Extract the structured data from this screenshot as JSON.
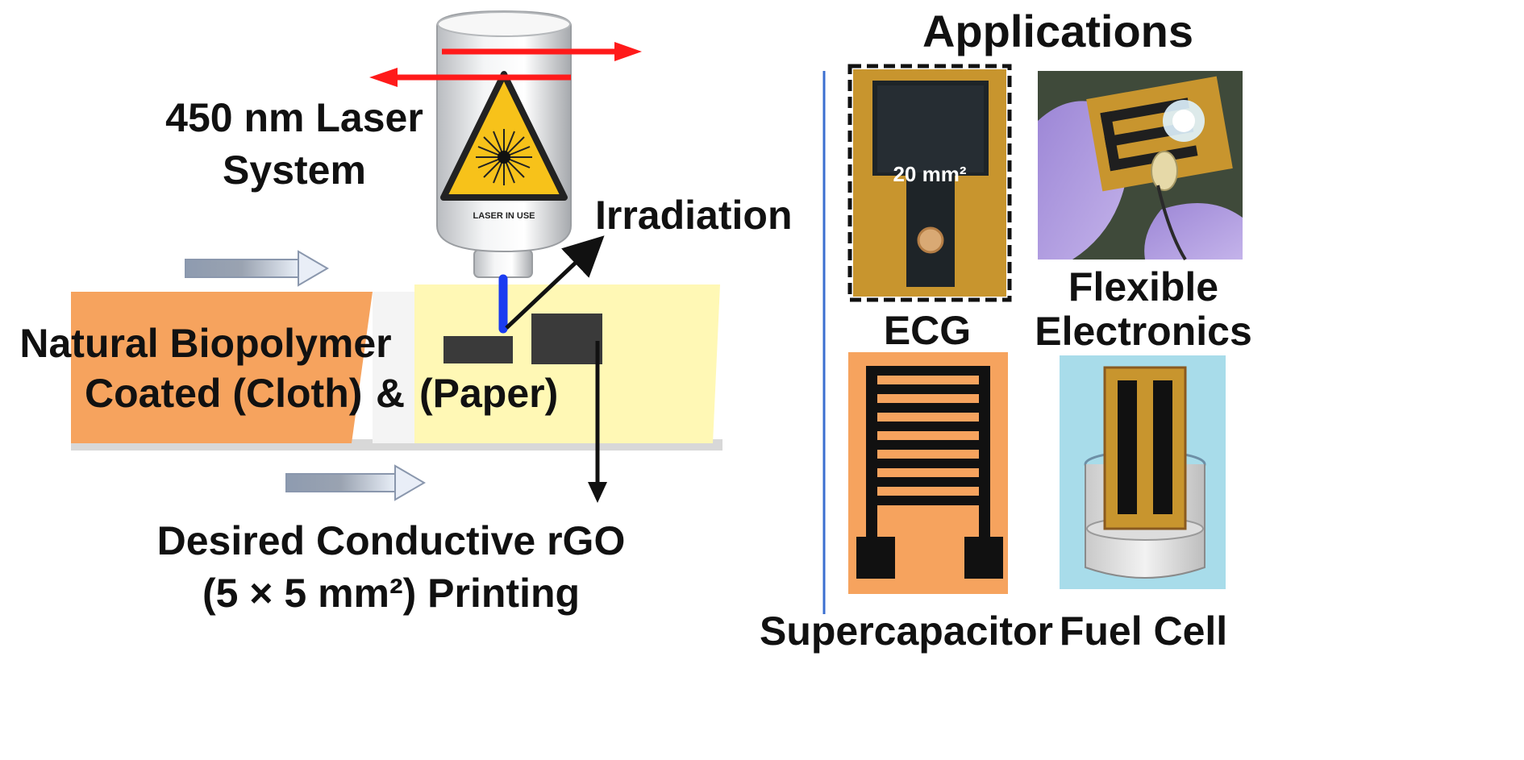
{
  "laser": {
    "label_line1": "450 nm Laser",
    "label_line2": "System",
    "device_caption": "LASER IN USE",
    "irradiation": "Irradiation"
  },
  "substrate": {
    "label_line1": "Natural Biopolymer",
    "label_line2_a": "Coated (Cloth)",
    "label_line2_b": "&",
    "label_line2_c": "(Paper)",
    "print_line1": "Desired Conductive rGO",
    "print_line2": "(5 × 5 mm²) Printing"
  },
  "applications": {
    "title": "Applications",
    "ecg": "ECG",
    "ecg_area": "20 mm²",
    "flexible_line1": "Flexible",
    "flexible_line2": "Electronics",
    "supercapacitor": "Supercapacitor",
    "fuel_cell": "Fuel Cell"
  },
  "colors": {
    "cloth": "#f6a35e",
    "paper": "#fff8b5",
    "laser_beam": "#1a3cf0",
    "scan_arrow": "#ff1a1a",
    "warning": "#f7c21a",
    "divider": "#3b6fd0",
    "electrode": "#3a3a3a",
    "kapton": "#c8952e",
    "fuelcell_bg": "#a8dcea",
    "glove": "#a88fd8"
  }
}
